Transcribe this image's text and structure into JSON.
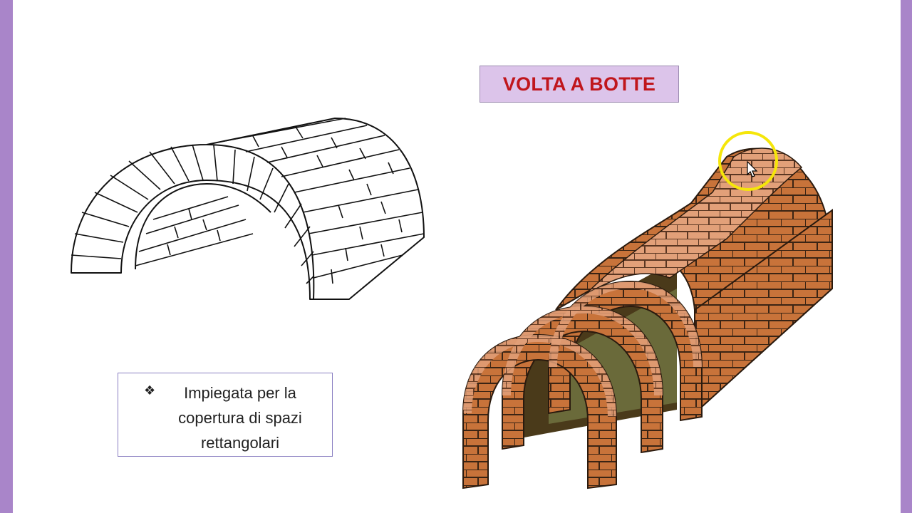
{
  "slide": {
    "title": "VOLTA A BOTTE",
    "note": {
      "bullet_icon": "diamond-bullet-icon",
      "text_lines": [
        "Impiegata per la",
        "copertura di spazi",
        "rettangolari"
      ]
    }
  },
  "figures": {
    "left": "barrel-vault-line-drawing",
    "right": "barrel-vault-brick-illustration"
  },
  "colors": {
    "frame": "#a985c9",
    "title_bg": "#dcc4ea",
    "title_text": "#c0161c",
    "brick": "#c8733a",
    "brick_light": "#e2a079",
    "cursor_highlight": "#f5e60a"
  }
}
